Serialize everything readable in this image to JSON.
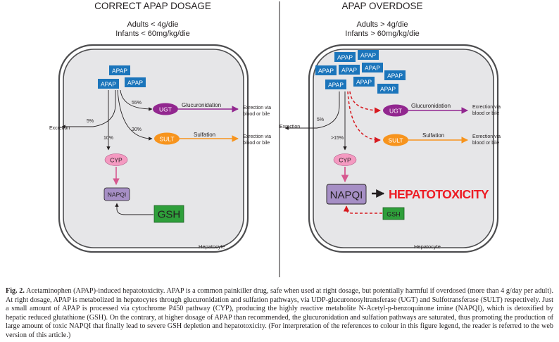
{
  "left": {
    "title": "CORRECT APAP DOSAGE",
    "dose_adults": "Adults < 4g/die",
    "dose_infants": "Infants < 60mg/kg/die",
    "apap": "APAP",
    "pct_ugt": "55%",
    "pct_sult": "30%",
    "pct_excretion": "5%",
    "pct_cyp": "10%",
    "excretion": "Excretion",
    "ugt": "UGT",
    "sult": "SULT",
    "glucuronidation": "Glucuronidation",
    "sulfation": "Sulfation",
    "excretion_via_line1": "Exrection via",
    "excretion_via_line2": "blood or bile",
    "cyp": "CYP",
    "napqi": "NAPQI",
    "gsh": "GSH",
    "cell_label": "Hepatocyte"
  },
  "right": {
    "title": "APAP OVERDOSE",
    "dose_adults": "Adults > 4g/die",
    "dose_infants": "Infants > 60mg/kg/die",
    "apap": "APAP",
    "pct_excretion": "5%",
    "pct_cyp": ">15%",
    "excretion": "Exrection",
    "ugt": "UGT",
    "sult": "SULT",
    "glucuronidation": "Glucuronidation",
    "sulfation": "Sulfation",
    "excretion_via_line1": "Exrection via",
    "excretion_via_line2": "blood or bile",
    "cyp": "CYP",
    "napqi": "NAPQI",
    "hepatotoxicity": "HEPATOTOXICITY",
    "gsh": "GSH",
    "cell_label": "Hepatocyte"
  },
  "caption": {
    "label": "Fig. 2.",
    "text": "Acetaminophen (APAP)-induced hepatotoxicity. APAP is a common painkiller drug, safe when used at right dosage, but potentially harmful if overdosed (more than 4 g/day per adult). At right dosage, APAP is metabolized in hepatocytes through glucuronidation and sulfation pathways, via UDP-glucuronosyltransferase (UGT) and Sulfotransferase (SULT) respectively. Just a small amount of APAP is processed via cytochrome P450 pathway (CYP), producing the highly reactive metabolite N-Acetyl-p-benzoquinone imine (NAPQI), which is detoxified by hepatic reduced glutathione (GSH). On the contrary, at higher dosage of APAP than recommended, the glucuronidation and sulfation pathways are saturated, thus promoting the production of large amount of toxic NAPQI that finally lead to severe GSH depletion and hepatotoxicity. (For interpretation of the references to colour in this figure legend, the reader is referred to the web version of this article.)"
  },
  "colors": {
    "apap_box": "#1b75bb",
    "ugt": "#92278f",
    "sult": "#f7941d",
    "cyp": "#f49ac1",
    "cyp_arrow": "#d6588f",
    "napqi": "#a68fc5",
    "gsh": "#2e9f3a",
    "hepatotoxicity": "#ed1c24",
    "overdose_dash": "#d7191f",
    "cell_fill": "#e6e6e8"
  }
}
